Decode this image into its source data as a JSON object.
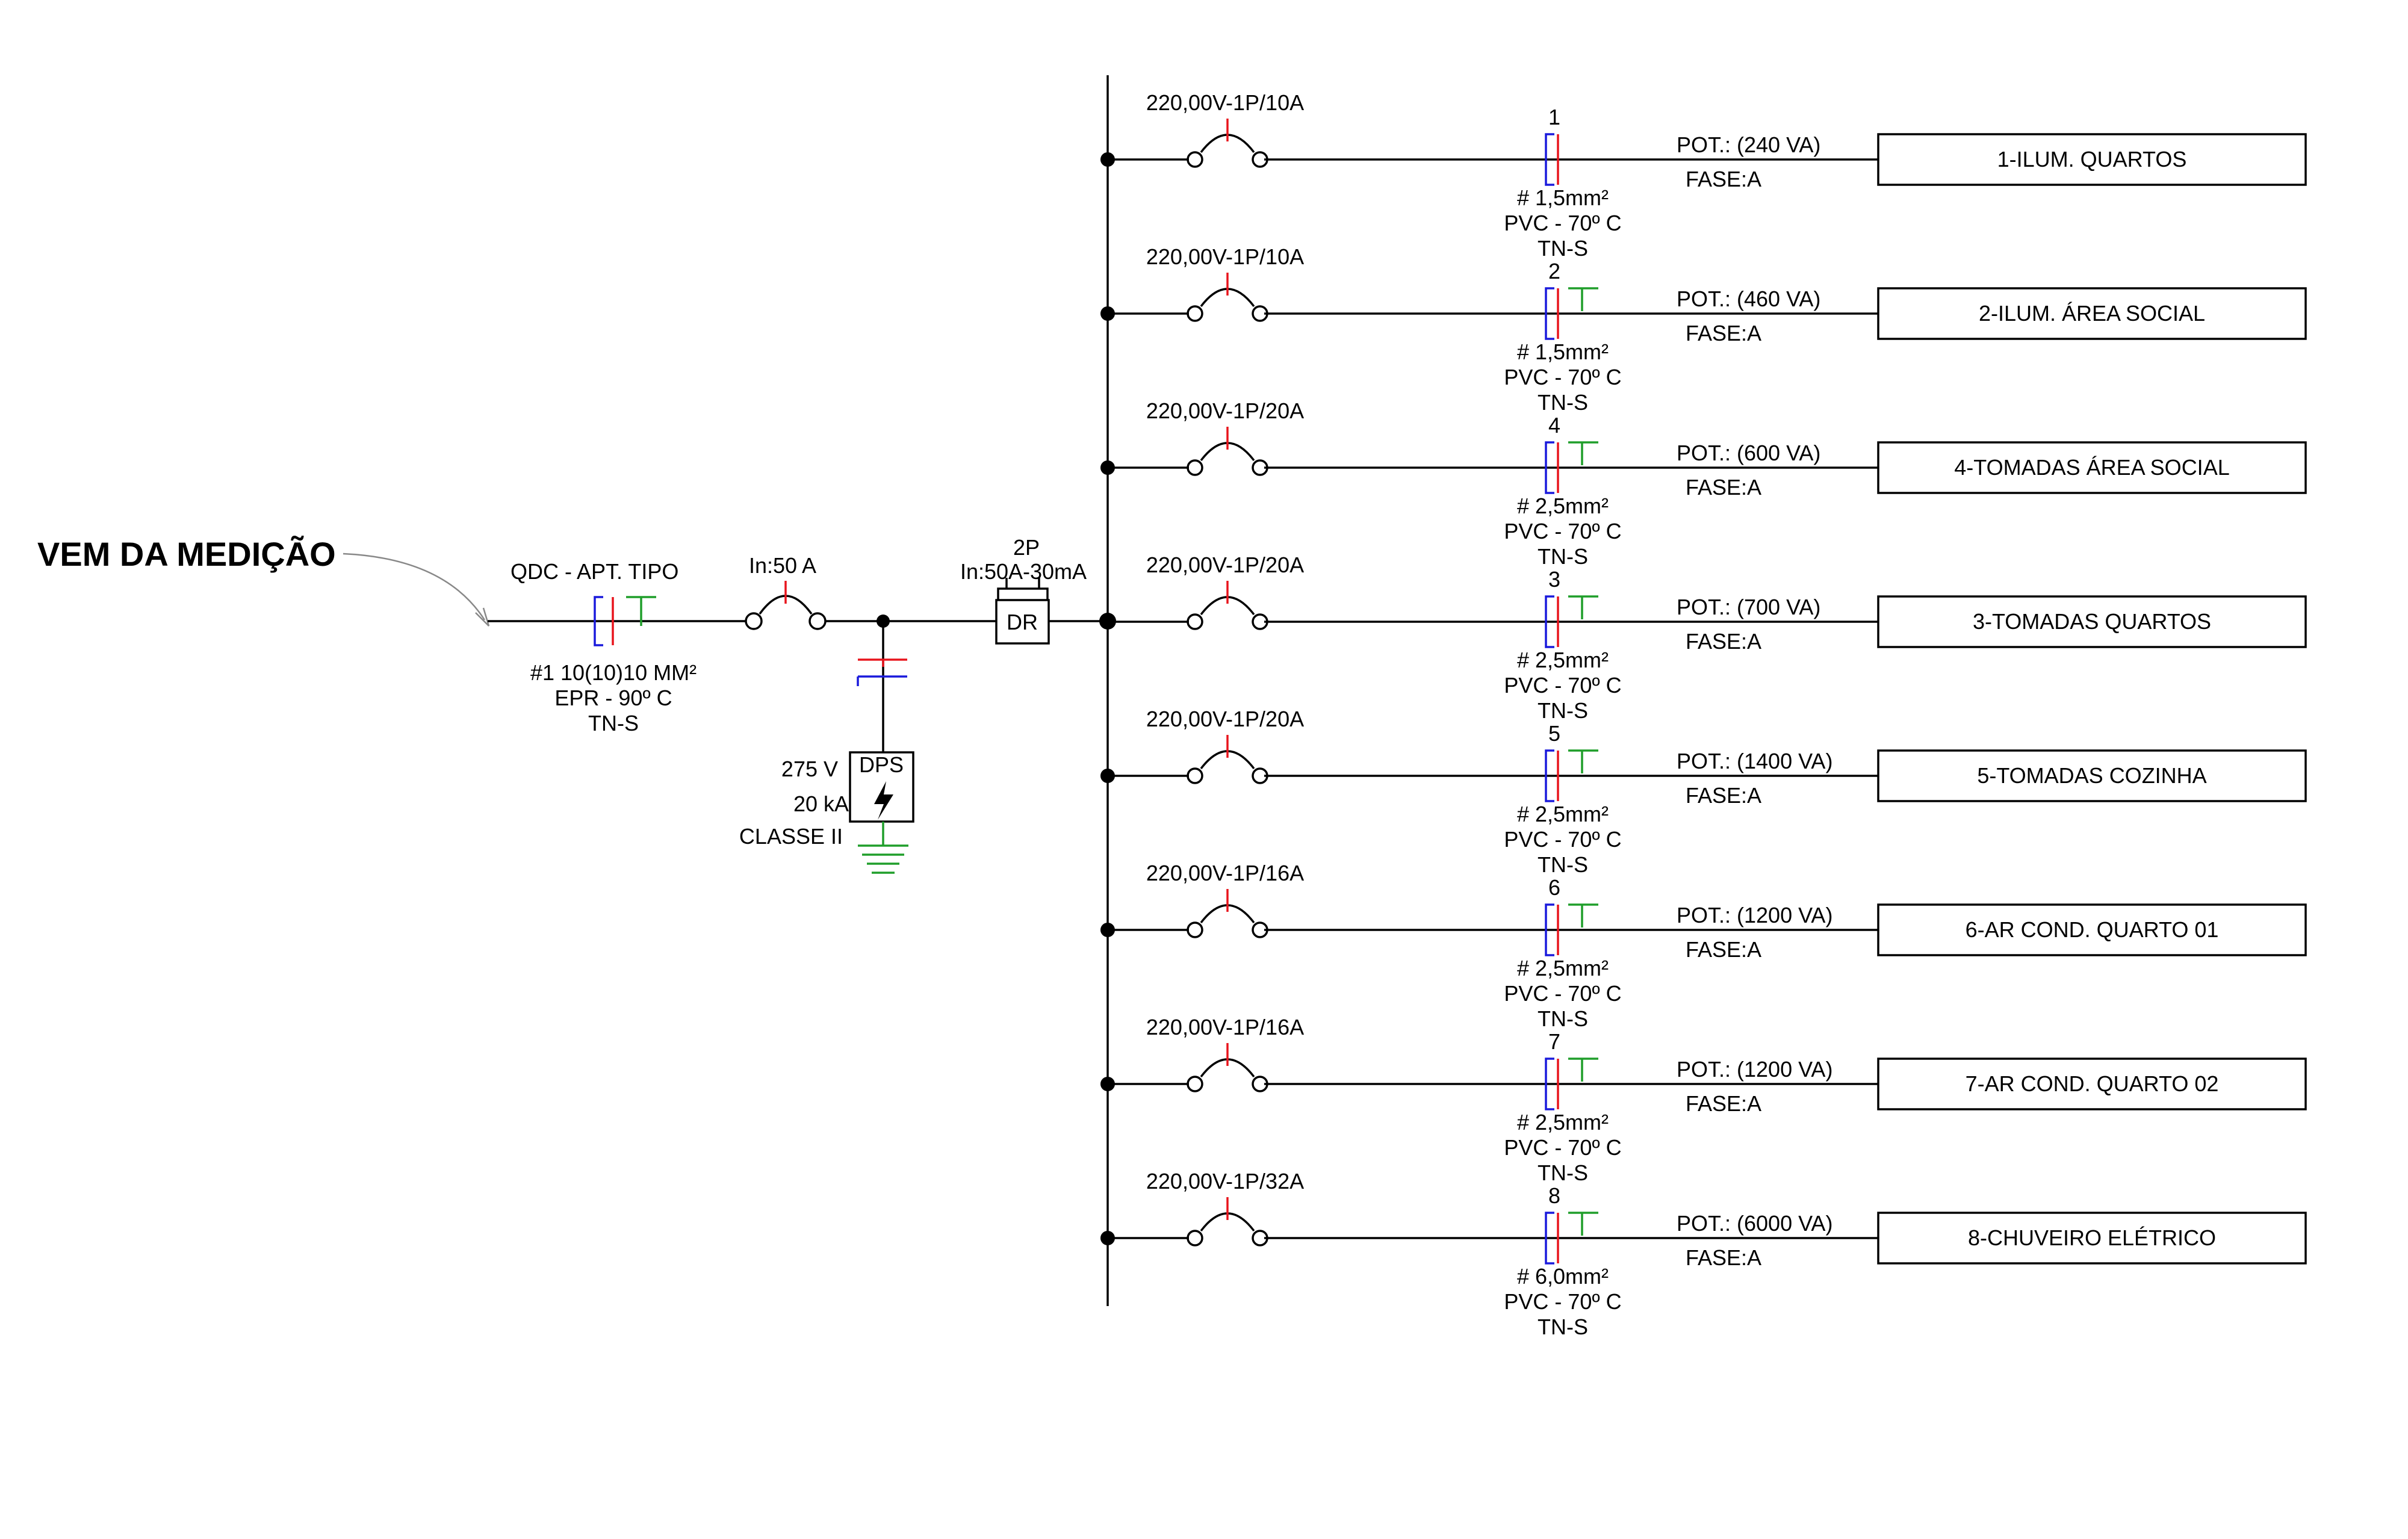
{
  "incoming": {
    "label": "VEM DA MEDIÇÃO",
    "panel_name": "QDC - APT. TIPO",
    "cable": [
      "#1 10(10)10 MM²",
      "EPR - 90º C",
      "TN-S"
    ],
    "main_breaker": "In:50 A",
    "dr": {
      "poles": "2P",
      "rating": "In:50A-30mA",
      "label": "DR"
    },
    "dps": {
      "label": "DPS",
      "voltage": "275 V",
      "current": "20 kA",
      "class": "CLASSE II"
    }
  },
  "circuits": [
    {
      "breaker": "220,00V-1P/10A",
      "number": "1",
      "cable": [
        "# 1,5mm²",
        "PVC - 70º C",
        "TN-S"
      ],
      "power": "POT.: (240 VA)",
      "phase": "FASE:A",
      "load": "1-ILUM. QUARTOS",
      "ground": false
    },
    {
      "breaker": "220,00V-1P/10A",
      "number": "2",
      "cable": [
        "# 1,5mm²",
        "PVC - 70º C",
        "TN-S"
      ],
      "power": "POT.: (460 VA)",
      "phase": "FASE:A",
      "load": "2-ILUM. ÁREA SOCIAL",
      "ground": true
    },
    {
      "breaker": "220,00V-1P/20A",
      "number": "4",
      "cable": [
        "# 2,5mm²",
        "PVC - 70º C",
        "TN-S"
      ],
      "power": "POT.: (600 VA)",
      "phase": "FASE:A",
      "load": "4-TOMADAS ÁREA SOCIAL",
      "ground": true
    },
    {
      "breaker": "220,00V-1P/20A",
      "number": "3",
      "cable": [
        "# 2,5mm²",
        "PVC - 70º C",
        "TN-S"
      ],
      "power": "POT.: (700 VA)",
      "phase": "FASE:A",
      "load": "3-TOMADAS QUARTOS",
      "ground": true
    },
    {
      "breaker": "220,00V-1P/20A",
      "number": "5",
      "cable": [
        "# 2,5mm²",
        "PVC - 70º C",
        "TN-S"
      ],
      "power": "POT.: (1400 VA)",
      "phase": "FASE:A",
      "load": "5-TOMADAS COZINHA",
      "ground": true
    },
    {
      "breaker": "220,00V-1P/16A",
      "number": "6",
      "cable": [
        "# 2,5mm²",
        "PVC - 70º C",
        "TN-S"
      ],
      "power": "POT.: (1200 VA)",
      "phase": "FASE:A",
      "load": "6-AR COND. QUARTO 01",
      "ground": true
    },
    {
      "breaker": "220,00V-1P/16A",
      "number": "7",
      "cable": [
        "# 2,5mm²",
        "PVC - 70º C",
        "TN-S"
      ],
      "power": "POT.: (1200 VA)",
      "phase": "FASE:A",
      "load": "7-AR COND. QUARTO 02",
      "ground": true
    },
    {
      "breaker": "220,00V-1P/32A",
      "number": "8",
      "cable": [
        "# 6,0mm²",
        "PVC - 70º C",
        "TN-S"
      ],
      "power": "POT.: (6000 VA)",
      "phase": "FASE:A",
      "load": "8-CHUVEIRO ELÉTRICO",
      "ground": true
    }
  ],
  "colors": {
    "line": "#000000",
    "phase": "#e8141c",
    "neutral": "#1a1adc",
    "ground": "#1f9e2a",
    "background": "#ffffff"
  }
}
